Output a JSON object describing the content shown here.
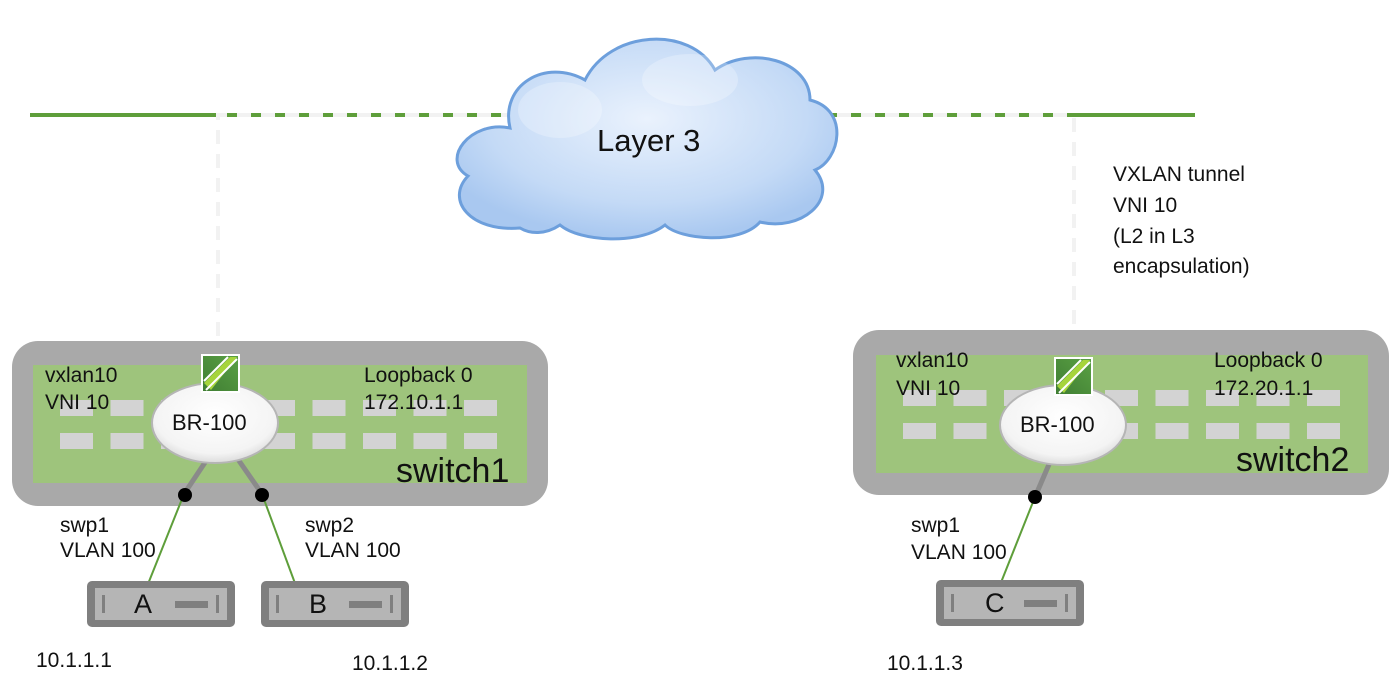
{
  "diagram": {
    "title": "VXLAN topology",
    "cloud": {
      "label": "Layer 3"
    },
    "tunnel_note": {
      "lines": [
        "VXLAN tunnel",
        "VNI 10",
        "(L2 in L3",
        "encapsulation)"
      ]
    },
    "switches": [
      {
        "name": "switch1",
        "vxlan_lines": [
          "vxlan10",
          "VNI 10"
        ],
        "loopback_lines": [
          "Loopback 0",
          "172.10.1.1"
        ],
        "bridge": "BR-100",
        "ports": [
          {
            "name": "swp1",
            "vlan": "VLAN 100",
            "host": "A",
            "ip": "10.1.1.1"
          },
          {
            "name": "swp2",
            "vlan": "VLAN 100",
            "host": "B",
            "ip": "10.1.1.2"
          }
        ]
      },
      {
        "name": "switch2",
        "vxlan_lines": [
          "vxlan10",
          "VNI 10"
        ],
        "loopback_lines": [
          "Loopback 0",
          "172.20.1.1"
        ],
        "bridge": "BR-100",
        "ports": [
          {
            "name": "swp1",
            "vlan": "VLAN 100",
            "host": "C",
            "ip": "10.1.1.3"
          }
        ]
      }
    ],
    "colors": {
      "tunnel_glow": "#a6d96a",
      "underlay_line": "#5e9e3a",
      "switch_outer": "#a9a9a9",
      "switch_inner": "#9ec47c",
      "port_slot": "#d3d3d3",
      "host_outer": "#7f7f7f",
      "host_inner": "#b5b5b5",
      "cloud_fill": "#c7dcf7",
      "cloud_stroke": "#6d9fdc",
      "vtep_dark": "#4b8a3c",
      "vtep_light": "#9ccc3a",
      "link": "#5e9e3a"
    }
  }
}
